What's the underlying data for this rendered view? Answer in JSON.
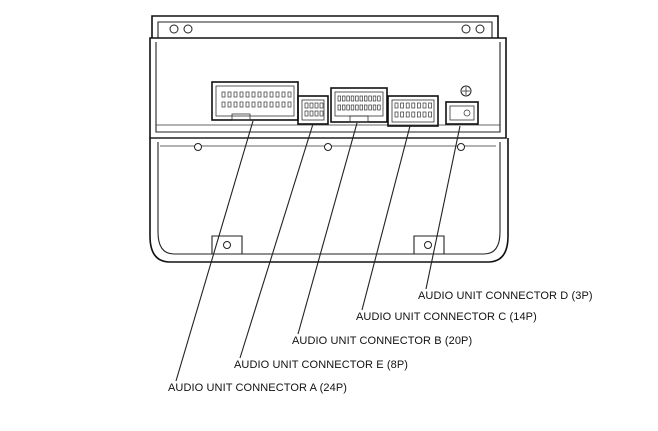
{
  "labels": {
    "connector_d": "AUDIO UNIT CONNECTOR D (3P)",
    "connector_c": "AUDIO UNIT CONNECTOR C (14P)",
    "connector_b": "AUDIO UNIT CONNECTOR B (20P)",
    "connector_e": "AUDIO UNIT CONNECTOR E (8P)",
    "connector_a": "AUDIO UNIT CONNECTOR A (24P)"
  },
  "colors": {
    "line": "#222222",
    "background": "#ffffff",
    "text": "#111111"
  }
}
